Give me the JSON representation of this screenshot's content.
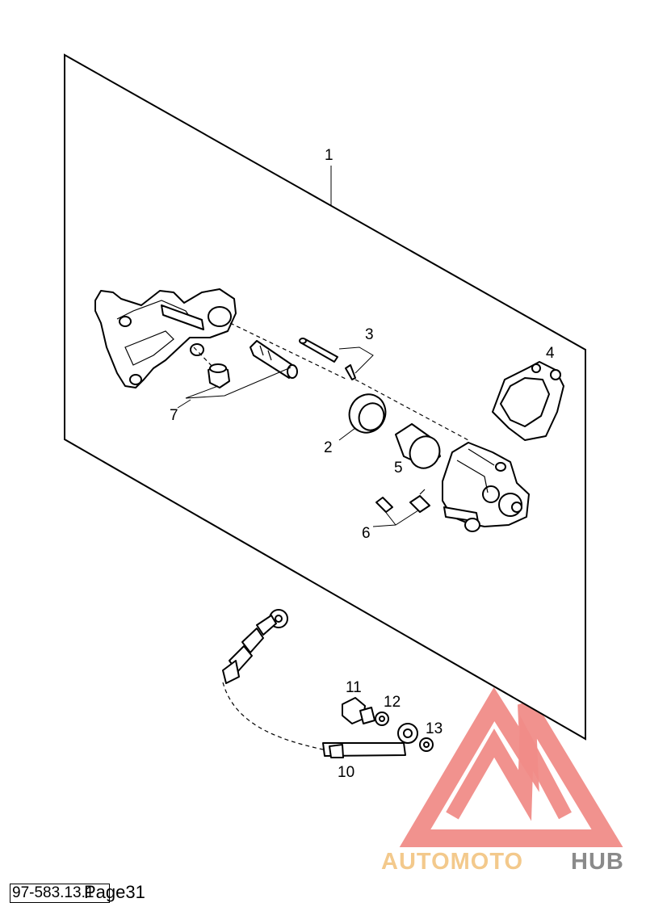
{
  "diagram": {
    "callouts": {
      "c1": "1",
      "c2": "2",
      "c3": "3",
      "c4": "4",
      "c5": "5",
      "c6": "6",
      "c7": "7",
      "c10": "10",
      "c11": "11",
      "c12": "12",
      "c13": "13"
    }
  },
  "watermark": {
    "brand_part1": "AUTOMOTO",
    "brand_part2": "HUB",
    "color_primary": "#f08c88",
    "color_secondary": "#f3c98c",
    "color_tertiary": "#8a8a8a"
  },
  "footer": {
    "doc_code": "97-583.13.1",
    "page_label": "Page31"
  }
}
